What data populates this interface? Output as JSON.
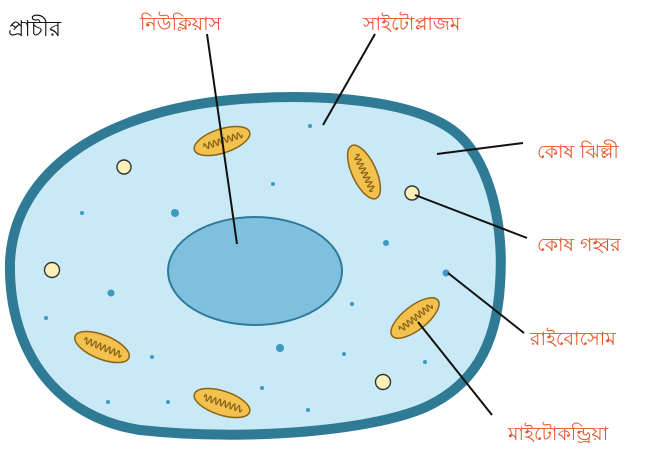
{
  "heading": "প্রাচীর",
  "labels": {
    "nucleus": "নিউক্লিয়াস",
    "cytoplasm": "সাইটোপ্লাজম",
    "cell_membrane": "কোষ ঝিল্লী",
    "vacuole": "কোষ গহ্বর",
    "ribosome": "রাইবোসোম",
    "mitochondria": "মাইটোকন্ড্রিয়া"
  },
  "colors": {
    "label_text": "#e8522a",
    "heading_text": "#111111",
    "cell_wall": "#2f7b95",
    "cytoplasm_fill": "#c9e9f6",
    "nucleus_fill": "#7fbfdf",
    "nucleus_stroke": "#2f7b95",
    "mitochondria_fill": "#f2c14e",
    "mitochondria_stroke": "#8a6418",
    "vacuole_fill": "#fbf1b8",
    "ribosome_dot": "#3d98c2"
  },
  "icons": {
    "cell": "animal-cell-icon",
    "mitochondrion": "mitochondrion-icon",
    "vacuole": "vacuole-icon",
    "ribosome": "ribosome-icon"
  }
}
